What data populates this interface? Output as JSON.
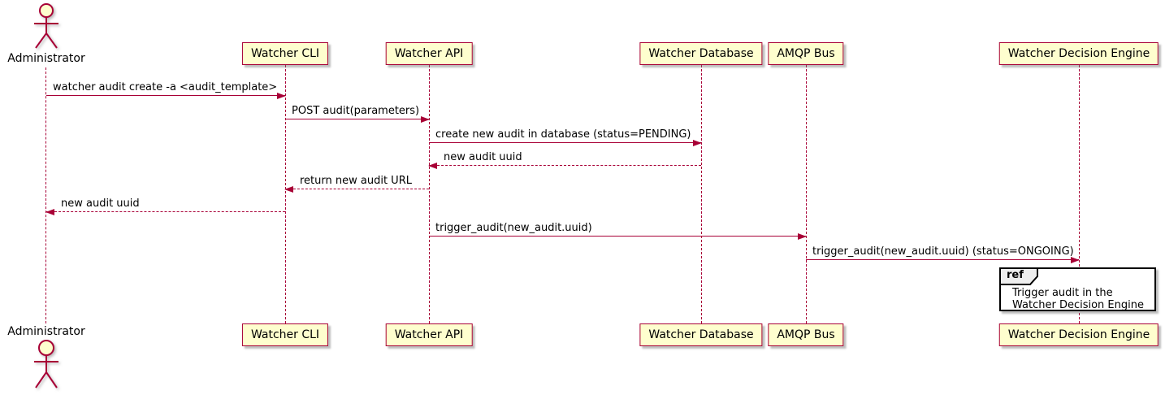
{
  "diagram": {
    "kind": "sequence-diagram",
    "colors": {
      "participant_fill": "#FEFECE",
      "participant_border": "#A80036",
      "lifeline": "#A80036",
      "arrow": "#A80036",
      "text": "#000000",
      "ref_border": "#000000",
      "ref_fill": "#FFFFFF",
      "ref_tab_fill": "#EEEEEE"
    },
    "actor": {
      "label": "Administrator"
    },
    "participants": [
      {
        "label": "Watcher CLI"
      },
      {
        "label": "Watcher API"
      },
      {
        "label": "Watcher Database"
      },
      {
        "label": "AMQP Bus"
      },
      {
        "label": "Watcher Decision Engine"
      }
    ],
    "messages": [
      {
        "from": "Administrator",
        "to": "Watcher CLI",
        "style": "solid",
        "label": "watcher audit create -a <audit_template>"
      },
      {
        "from": "Watcher CLI",
        "to": "Watcher API",
        "style": "solid",
        "label": "POST audit(parameters)"
      },
      {
        "from": "Watcher API",
        "to": "Watcher Database",
        "style": "solid",
        "label": "create new audit in database (status=PENDING)"
      },
      {
        "from": "Watcher Database",
        "to": "Watcher API",
        "style": "dashed",
        "label": "new audit uuid"
      },
      {
        "from": "Watcher API",
        "to": "Watcher CLI",
        "style": "dashed",
        "label": "return new audit URL"
      },
      {
        "from": "Watcher CLI",
        "to": "Administrator",
        "style": "dashed",
        "label": "new audit uuid"
      },
      {
        "from": "Watcher API",
        "to": "AMQP Bus",
        "style": "solid",
        "label": "trigger_audit(new_audit.uuid)"
      },
      {
        "from": "AMQP Bus",
        "to": "Watcher Decision Engine",
        "style": "solid",
        "label": "trigger_audit(new_audit.uuid) (status=ONGOING)"
      }
    ],
    "ref": {
      "keyword": "ref",
      "line1": "Trigger audit in the",
      "line2": "Watcher Decision Engine"
    }
  }
}
